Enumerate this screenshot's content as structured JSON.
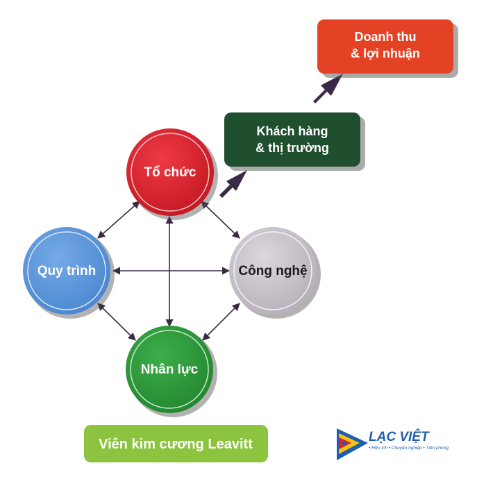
{
  "nodes": {
    "to_chuc": "Tổ chức",
    "quy_trinh": "Quy trình",
    "cong_nghe": "Công nghệ",
    "nhan_luc": "Nhân lực"
  },
  "outcomes": {
    "khach_hang_line1": "Khách hàng",
    "khach_hang_line2": "& thị trường",
    "doanh_thu_line1": "Doanh thu",
    "doanh_thu_line2": "& lợi nhuận"
  },
  "caption": "Viên kim cương Leavitt",
  "logo": {
    "brand": "LẠC VIỆT",
    "tagline": "• Hữu ích • Chuyên nghiệp • Tiên phong"
  },
  "colors": {
    "to_chuc": "#d9232e",
    "quy_trinh": "#5b97dc",
    "cong_nghe": "#c9c3cb",
    "nhan_luc": "#2f9b3c",
    "khach_hang": "#1f4f2f",
    "doanh_thu": "#e34324",
    "caption": "#8cc43f",
    "connector": "#3a2a45"
  }
}
